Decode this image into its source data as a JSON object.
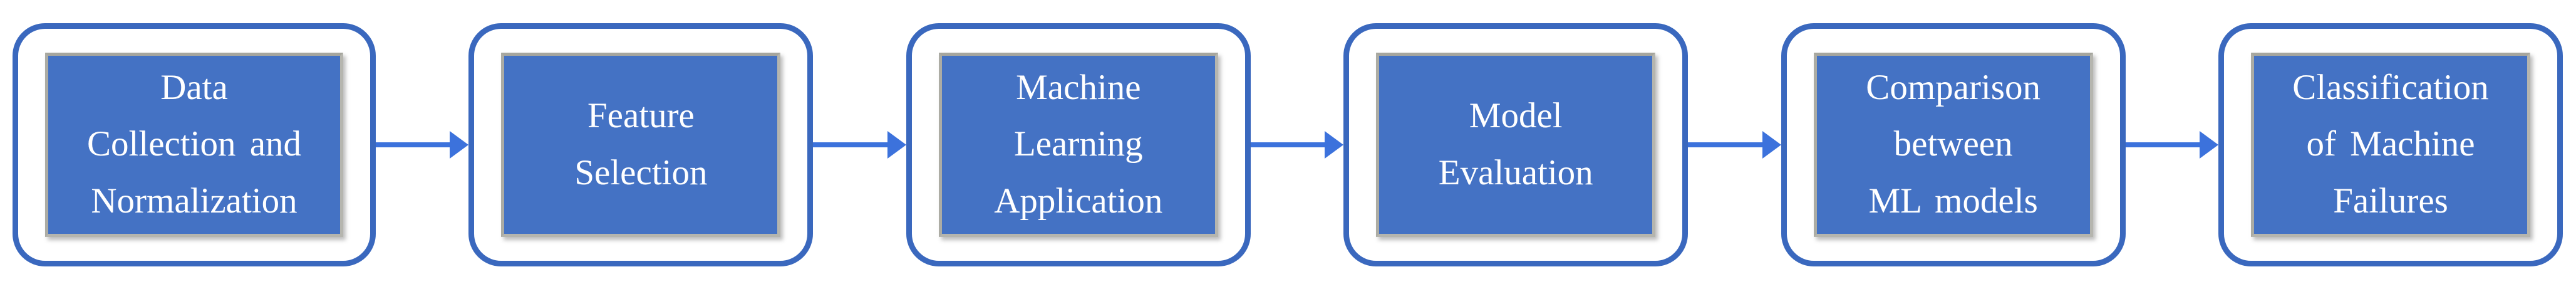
{
  "figure": {
    "type": "flowchart",
    "direction": "left-to-right",
    "description": "Machine learning workflow pipeline of six sequential stages connected by arrows"
  },
  "colors": {
    "box_fill": "#4472C4",
    "box_outline": "#3A68BE",
    "inner_border": "#B5B5AE",
    "arrow": "#3C72DC",
    "text": "#FFFFFF",
    "background": "#FFFFFF"
  },
  "steps": [
    {
      "id": "data-collection-normalization",
      "text": "Data\nCollection and\nNormalization"
    },
    {
      "id": "feature-selection",
      "text": "Feature\nSelection"
    },
    {
      "id": "machine-learning-application",
      "text": "Machine\nLearning\nApplication"
    },
    {
      "id": "model-evaluation",
      "text": "Model\nEvaluation"
    },
    {
      "id": "comparison-ml-models",
      "text": "Comparison\nbetween\nML models"
    },
    {
      "id": "classification-machine-failures",
      "text": "Classification\nof Machine\nFailures"
    }
  ],
  "connectors": [
    {
      "from": "data-collection-normalization",
      "to": "feature-selection"
    },
    {
      "from": "feature-selection",
      "to": "machine-learning-application"
    },
    {
      "from": "machine-learning-application",
      "to": "model-evaluation"
    },
    {
      "from": "model-evaluation",
      "to": "comparison-ml-models"
    },
    {
      "from": "comparison-ml-models",
      "to": "classification-machine-failures"
    }
  ]
}
